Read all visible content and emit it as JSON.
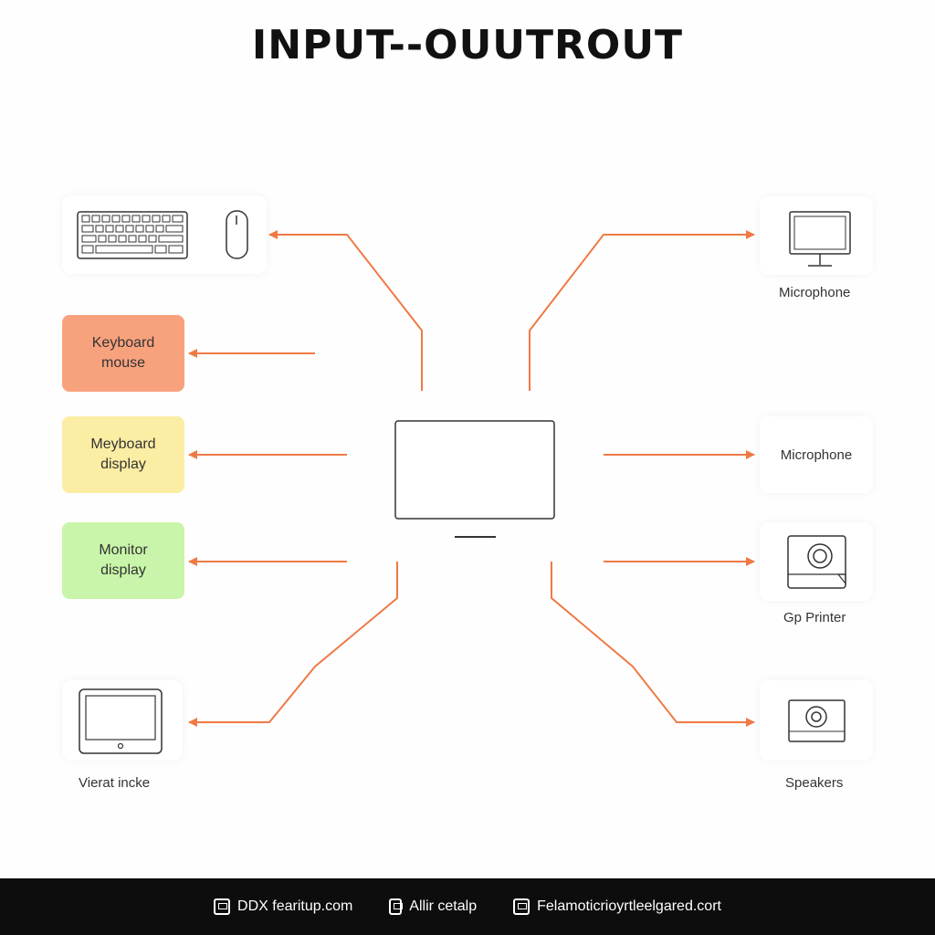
{
  "title": "INPUT--OUUTROUT",
  "left": {
    "box1": {
      "line1": "Keyboard",
      "line2": "mouse",
      "color": "#f8a27d"
    },
    "box2": {
      "line1": "Meyboard",
      "line2": "display",
      "color": "#fbeda3"
    },
    "box3": {
      "line1": "Monitor",
      "line2": "display",
      "color": "#c8f5a9"
    },
    "tablet_label": "Vierat incke"
  },
  "right": {
    "monitor_label": "Microphone",
    "microphone_label": "Microphone",
    "printer_label": "Gp Printer",
    "speakers_label": "Speakers"
  },
  "colors": {
    "arrow": "#f07a45",
    "footer_bg": "#0d0d0d"
  },
  "footer": {
    "item1": "DDX fearitup.com",
    "item2": "Allir cetalp",
    "item3": "Felamoticrioyrtleelgared.cort"
  }
}
